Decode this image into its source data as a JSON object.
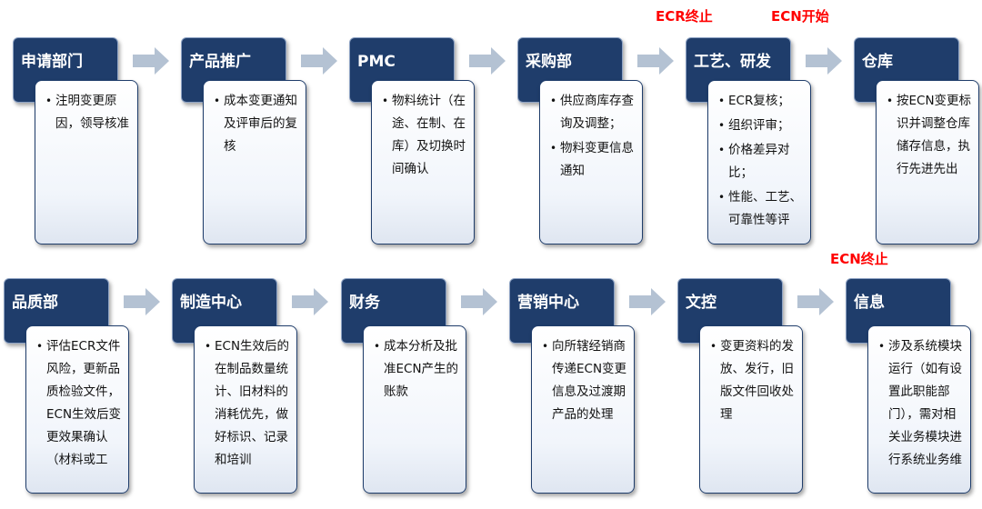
{
  "row1": [
    {
      "title": "申请部门",
      "items": [
        "注明变更原因，领导核准"
      ]
    },
    {
      "title": "产品推广",
      "items": [
        "成本变更通知及评审后的复核"
      ]
    },
    {
      "title": "PMC",
      "items": [
        "物料统计（在途、在制、在库）及切换时间确认"
      ]
    },
    {
      "title": "采购部",
      "items": [
        "供应商库存查询及调整；",
        "物料变更信息通知"
      ]
    },
    {
      "title": "工艺、研发",
      "items": [
        "ECR复核；",
        "组织评审；",
        "价格差异对比；",
        "性能、工艺、可靠性等评"
      ]
    },
    {
      "title": "仓库",
      "items": [
        "按ECN变更标识并调整仓库储存信息，执行先进先出"
      ]
    }
  ],
  "row2": [
    {
      "title": "品质部",
      "items": [
        "评估ECR文件风险，更新品质检验文件，ECN生效后变更效果确认（材料或工"
      ]
    },
    {
      "title": "制造中心",
      "items": [
        "ECN生效后的在制品数量统计、旧材料的消耗优先，做好标识、记录和培训"
      ]
    },
    {
      "title": "财务",
      "items": [
        "成本分析及批准ECN产生的账款"
      ]
    },
    {
      "title": "营销中心",
      "items": [
        "向所辖经销商传递ECN变更信息及过渡期产品的处理"
      ]
    },
    {
      "title": "文控",
      "items": [
        "变更资料的发放、发行，旧版文件回收处理"
      ]
    },
    {
      "title": "信息",
      "items": [
        "涉及系统模块运行（如有设置此职能部门），需对相关业务模块进行系统业务维"
      ]
    }
  ],
  "notes": {
    "ecr_end": "ECR终止",
    "ecn_start": "ECN开始",
    "ecn_end": "ECN终止"
  },
  "colors": {
    "header": "#1f3d6b",
    "arrow": "#b4c2d3",
    "note": "#ff0000"
  }
}
